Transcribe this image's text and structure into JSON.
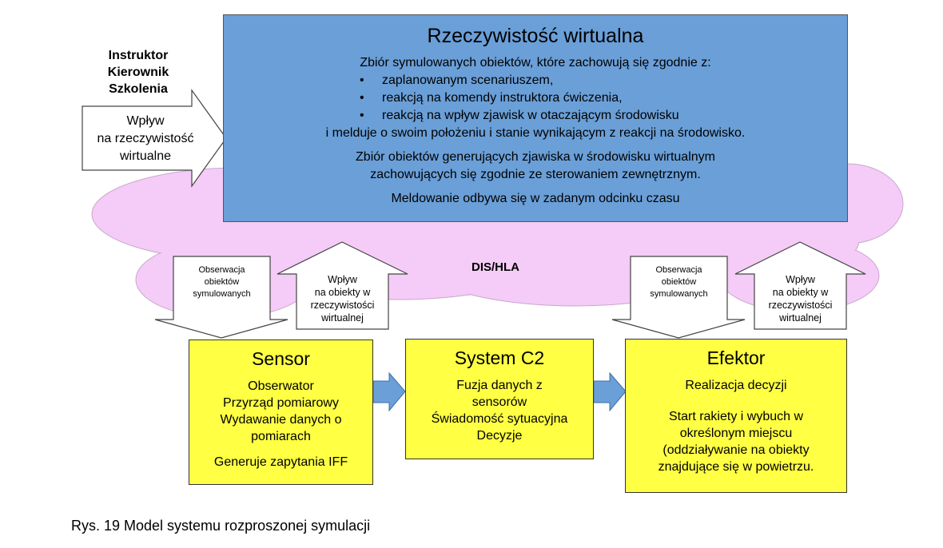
{
  "virtual_reality": {
    "title": "Rzeczywistość  wirtualna",
    "intro": "Zbiór symulowanych obiektów, które zachowują się zgodnie z:",
    "bullets": [
      "zaplanowanym scenariuszem,",
      "reakcją na komendy instruktora ćwiczenia,",
      "reakcją na wpływ zjawisk w otaczającym środowisku"
    ],
    "after_bullets": "i melduje o swoim położeniu i stanie wynikającym z reakcji na środowisko.",
    "para2_line1": "Zbiór obiektów generujących zjawiska w środowisku wirtualnym",
    "para2_line2": "zachowujących się zgodnie ze sterowaniem zewnętrznym.",
    "para3": "Meldowanie odbywa się w zadanym odcinku czasu"
  },
  "instructor": {
    "line1": "Instruktor",
    "line2": "Kierownik",
    "line3": "Szkolenia"
  },
  "influence_arrow": {
    "line1": "Wpływ",
    "line2": "na rzeczywistość",
    "line3": "wirtualne"
  },
  "cloud_label": "DIS/HLA",
  "observation": {
    "line1": "Obserwacja",
    "line2": "obiektów",
    "line3": "symulowanych"
  },
  "influence_objects": {
    "line1": "Wpływ",
    "line2": "na obiekty w",
    "line3": "rzeczywistości",
    "line4": "wirtualnej"
  },
  "sensor": {
    "title": "Sensor",
    "lines": [
      "Obserwator",
      "Przyrząd pomiarowy",
      "Wydawanie danych o",
      "pomiarach"
    ],
    "last": "Generuje zapytania IFF"
  },
  "c2": {
    "title": "System C2",
    "lines": [
      "Fuzja danych z",
      "sensorów",
      "Świadomość sytuacyjna",
      "Decyzje"
    ]
  },
  "effector": {
    "title": "Efektor",
    "first": "Realizacja decyzji",
    "lines": [
      "Start rakiety i wybuch w",
      "określonym miejscu",
      "(oddziaływanie na obiekty",
      "znajdujące się w powietrzu."
    ]
  },
  "caption": "Rys. 19  Model systemu rozproszonej symulacji",
  "colors": {
    "cloud": "#f4ccf7",
    "virtual_box": "#6a9fd8",
    "yellow_box": "#ffff44",
    "connector": "#6a9fd8"
  }
}
